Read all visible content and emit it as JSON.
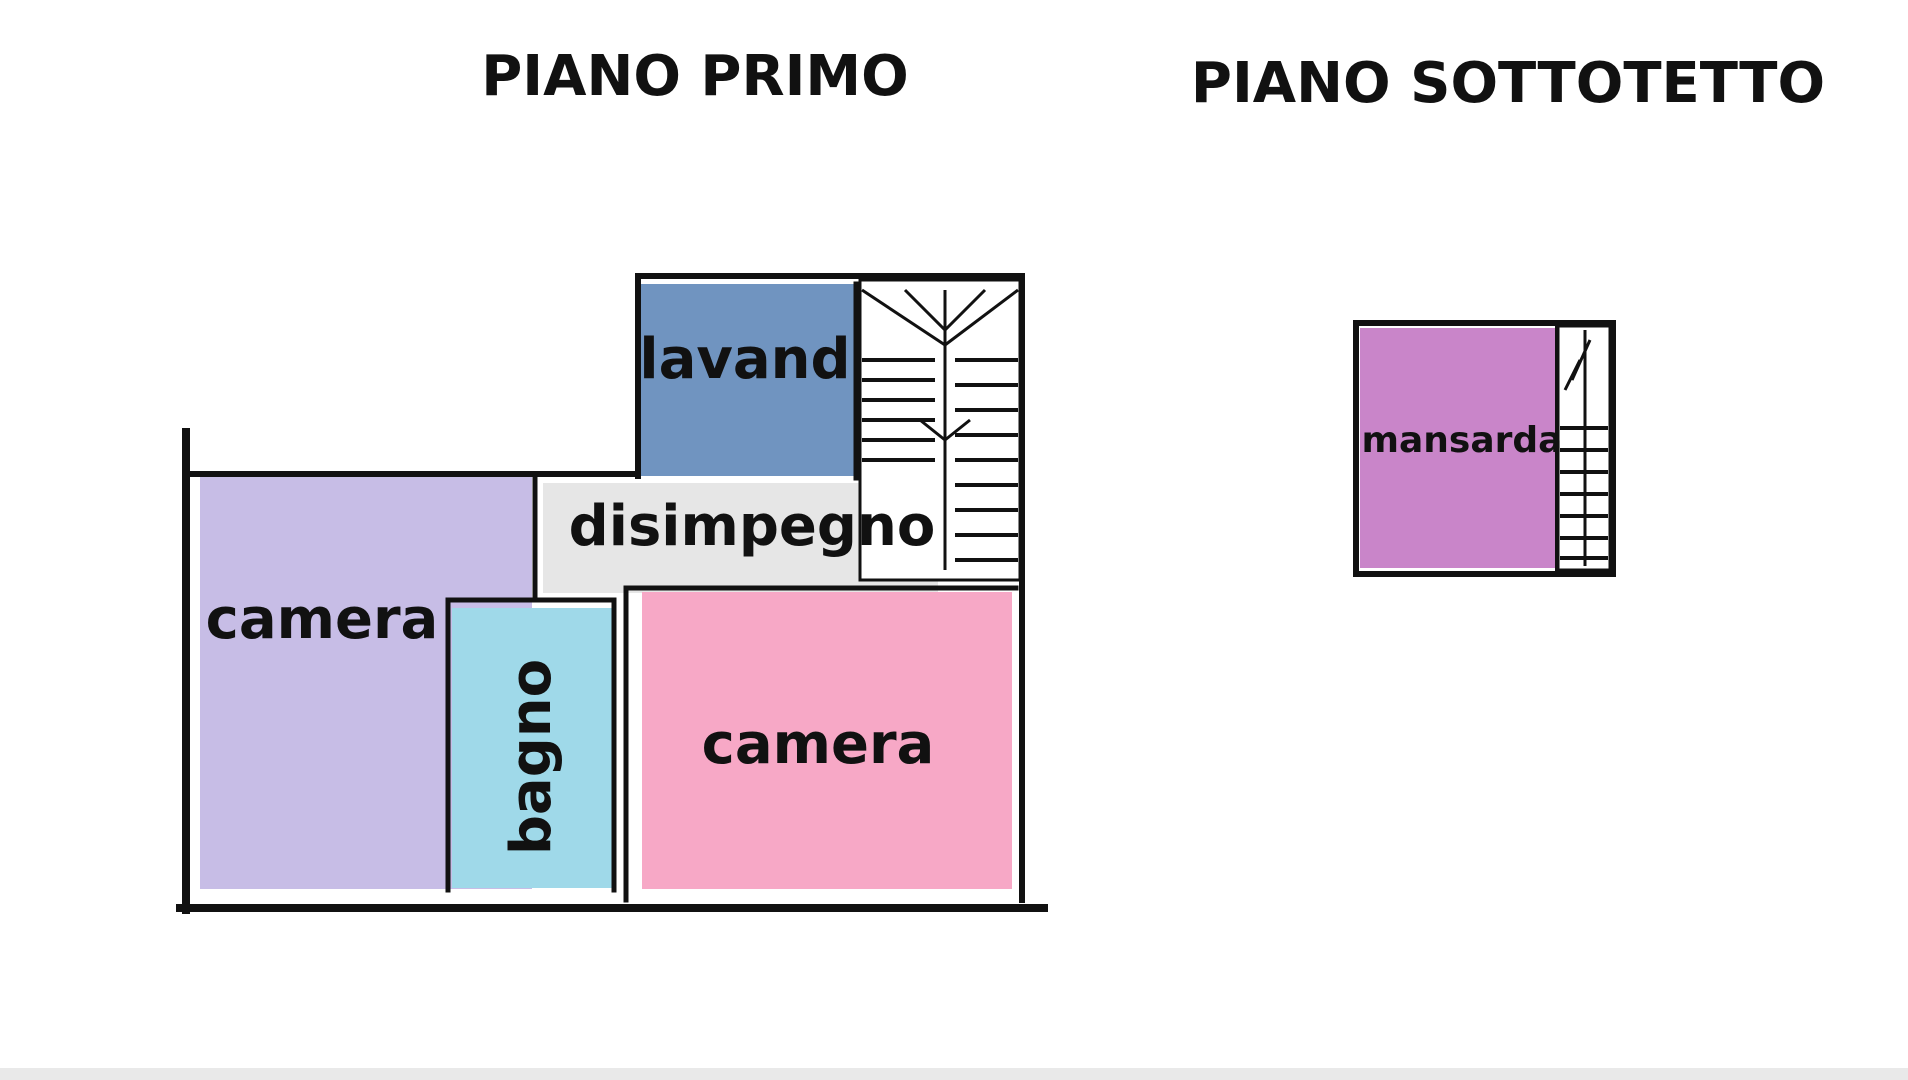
{
  "floors": [
    {
      "title": "PIANO PRIMO",
      "rooms": [
        {
          "label": "lavand",
          "color": "#7094c0"
        },
        {
          "label": "disimpegno",
          "color": "#e6e6e6"
        },
        {
          "label": "camera",
          "color": "#c7bde6"
        },
        {
          "label": "bagno",
          "color": "#9fd9e9"
        },
        {
          "label": "camera",
          "color": "#f7a8c6"
        }
      ]
    },
    {
      "title": "PIANO SOTTOTETTO",
      "rooms": [
        {
          "label": "mansarda",
          "color": "#c985c9"
        }
      ]
    }
  ],
  "wall_color": "#111111"
}
